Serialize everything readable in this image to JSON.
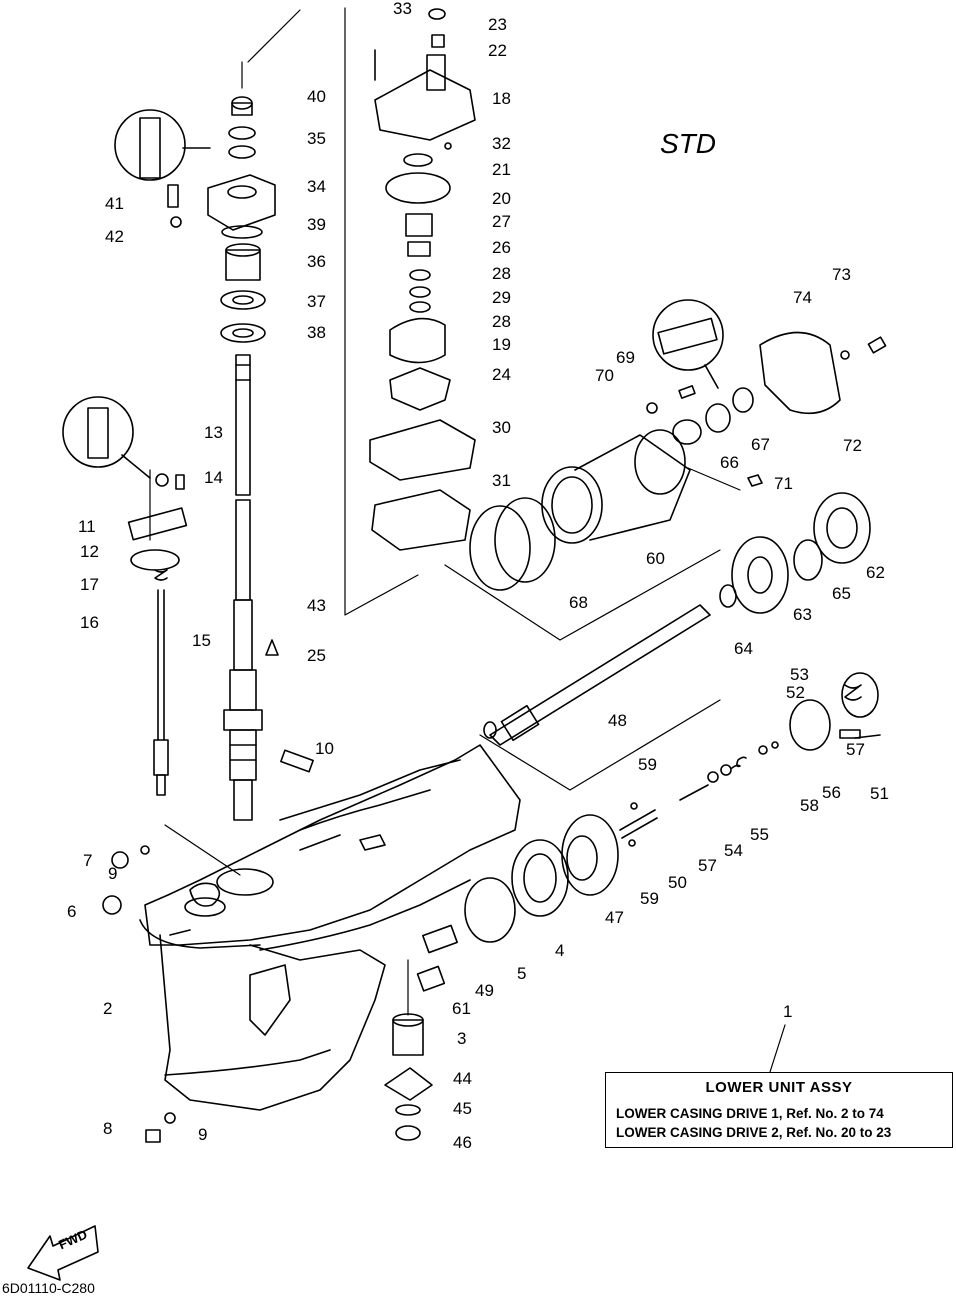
{
  "diagram": {
    "variant_label": "STD",
    "drawing_code": "6D01110-C280",
    "fwd_label": "FWD",
    "legend": {
      "title": "LOWER UNIT ASSY",
      "lines": [
        "LOWER CASING DRIVE 1, Ref. No. 2 to 74",
        "LOWER CASING DRIVE 2, Ref. No. 20 to 23"
      ]
    },
    "callouts": [
      {
        "id": "c1",
        "text": "1"
      },
      {
        "id": "c2",
        "text": "2"
      },
      {
        "id": "c3",
        "text": "3"
      },
      {
        "id": "c4",
        "text": "4"
      },
      {
        "id": "c5",
        "text": "5"
      },
      {
        "id": "c6",
        "text": "6"
      },
      {
        "id": "c7",
        "text": "7"
      },
      {
        "id": "c8",
        "text": "8"
      },
      {
        "id": "c9a",
        "text": "9"
      },
      {
        "id": "c9b",
        "text": "9"
      },
      {
        "id": "c10",
        "text": "10"
      },
      {
        "id": "c11",
        "text": "11"
      },
      {
        "id": "c12",
        "text": "12"
      },
      {
        "id": "c13",
        "text": "13"
      },
      {
        "id": "c14",
        "text": "14"
      },
      {
        "id": "c15",
        "text": "15"
      },
      {
        "id": "c16",
        "text": "16"
      },
      {
        "id": "c17",
        "text": "17"
      },
      {
        "id": "c18",
        "text": "18"
      },
      {
        "id": "c19",
        "text": "19"
      },
      {
        "id": "c20",
        "text": "20"
      },
      {
        "id": "c21",
        "text": "21"
      },
      {
        "id": "c22",
        "text": "22"
      },
      {
        "id": "c23",
        "text": "23"
      },
      {
        "id": "c24",
        "text": "24"
      },
      {
        "id": "c25",
        "text": "25"
      },
      {
        "id": "c26",
        "text": "26"
      },
      {
        "id": "c27",
        "text": "27"
      },
      {
        "id": "c28a",
        "text": "28"
      },
      {
        "id": "c28b",
        "text": "28"
      },
      {
        "id": "c29",
        "text": "29"
      },
      {
        "id": "c30",
        "text": "30"
      },
      {
        "id": "c31",
        "text": "31"
      },
      {
        "id": "c32",
        "text": "32"
      },
      {
        "id": "c33",
        "text": "33"
      },
      {
        "id": "c34",
        "text": "34"
      },
      {
        "id": "c35",
        "text": "35"
      },
      {
        "id": "c36",
        "text": "36"
      },
      {
        "id": "c37",
        "text": "37"
      },
      {
        "id": "c38",
        "text": "38"
      },
      {
        "id": "c39",
        "text": "39"
      },
      {
        "id": "c40",
        "text": "40"
      },
      {
        "id": "c41",
        "text": "41"
      },
      {
        "id": "c42",
        "text": "42"
      },
      {
        "id": "c43",
        "text": "43"
      },
      {
        "id": "c44",
        "text": "44"
      },
      {
        "id": "c45",
        "text": "45"
      },
      {
        "id": "c46",
        "text": "46"
      },
      {
        "id": "c47",
        "text": "47"
      },
      {
        "id": "c48",
        "text": "48"
      },
      {
        "id": "c49",
        "text": "49"
      },
      {
        "id": "c50",
        "text": "50"
      },
      {
        "id": "c51",
        "text": "51"
      },
      {
        "id": "c52",
        "text": "52"
      },
      {
        "id": "c53",
        "text": "53"
      },
      {
        "id": "c54",
        "text": "54"
      },
      {
        "id": "c55",
        "text": "55"
      },
      {
        "id": "c56",
        "text": "56"
      },
      {
        "id": "c57a",
        "text": "57"
      },
      {
        "id": "c57b",
        "text": "57"
      },
      {
        "id": "c58",
        "text": "58"
      },
      {
        "id": "c59a",
        "text": "59"
      },
      {
        "id": "c59b",
        "text": "59"
      },
      {
        "id": "c60",
        "text": "60"
      },
      {
        "id": "c61",
        "text": "61"
      },
      {
        "id": "c62",
        "text": "62"
      },
      {
        "id": "c63",
        "text": "63"
      },
      {
        "id": "c64",
        "text": "64"
      },
      {
        "id": "c65",
        "text": "65"
      },
      {
        "id": "c66",
        "text": "66"
      },
      {
        "id": "c67",
        "text": "67"
      },
      {
        "id": "c68",
        "text": "68"
      },
      {
        "id": "c69",
        "text": "69"
      },
      {
        "id": "c70",
        "text": "70"
      },
      {
        "id": "c71",
        "text": "71"
      },
      {
        "id": "c72",
        "text": "72"
      },
      {
        "id": "c73",
        "text": "73"
      },
      {
        "id": "c74",
        "text": "74"
      }
    ]
  }
}
